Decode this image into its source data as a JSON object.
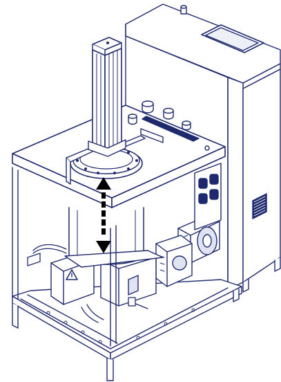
{
  "figure": {
    "colors": {
      "line": "#1f2a6e",
      "fill": "#ffffff",
      "shade": "#dfe3f2",
      "arrow": "#000000"
    },
    "parts": [
      "column-actuator",
      "worktable",
      "vessel-lid",
      "pressure-vessel",
      "control-cabinet",
      "display-panel",
      "vent-grille",
      "base-frame",
      "motor",
      "pump-unit",
      "warning-label",
      "travel-arrow"
    ]
  }
}
